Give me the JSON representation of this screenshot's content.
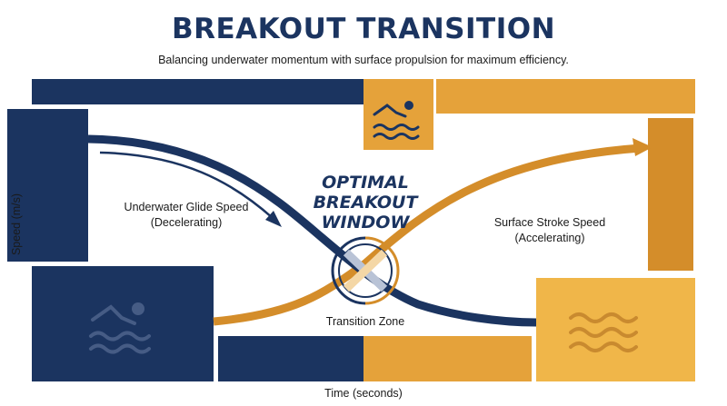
{
  "header": {
    "title": "BREAKOUT TRANSITION",
    "subtitle": "Balancing underwater momentum with surface propulsion for maximum efficiency."
  },
  "curves": {
    "underwater": {
      "label_line1": "Underwater Glide Speed",
      "label_line2": "(Decelerating)"
    },
    "surface": {
      "label_line1": "Surface Stroke Speed",
      "label_line2": "(Accelerating)"
    }
  },
  "window": {
    "line1": "OPTIMAL",
    "line2": "BREAKOUT",
    "line3": "WINDOW",
    "zone_label": "Transition Zone"
  },
  "axes": {
    "y_label": "Speed (m/s)",
    "x_label": "Time (seconds)"
  },
  "icons": [
    "swimmer-icon",
    "waves-icon"
  ],
  "colors": {
    "navy": "#1b3460",
    "gold": "#e5a23a",
    "dark_gold": "#d48d2a",
    "light_gold": "#f0b649"
  }
}
